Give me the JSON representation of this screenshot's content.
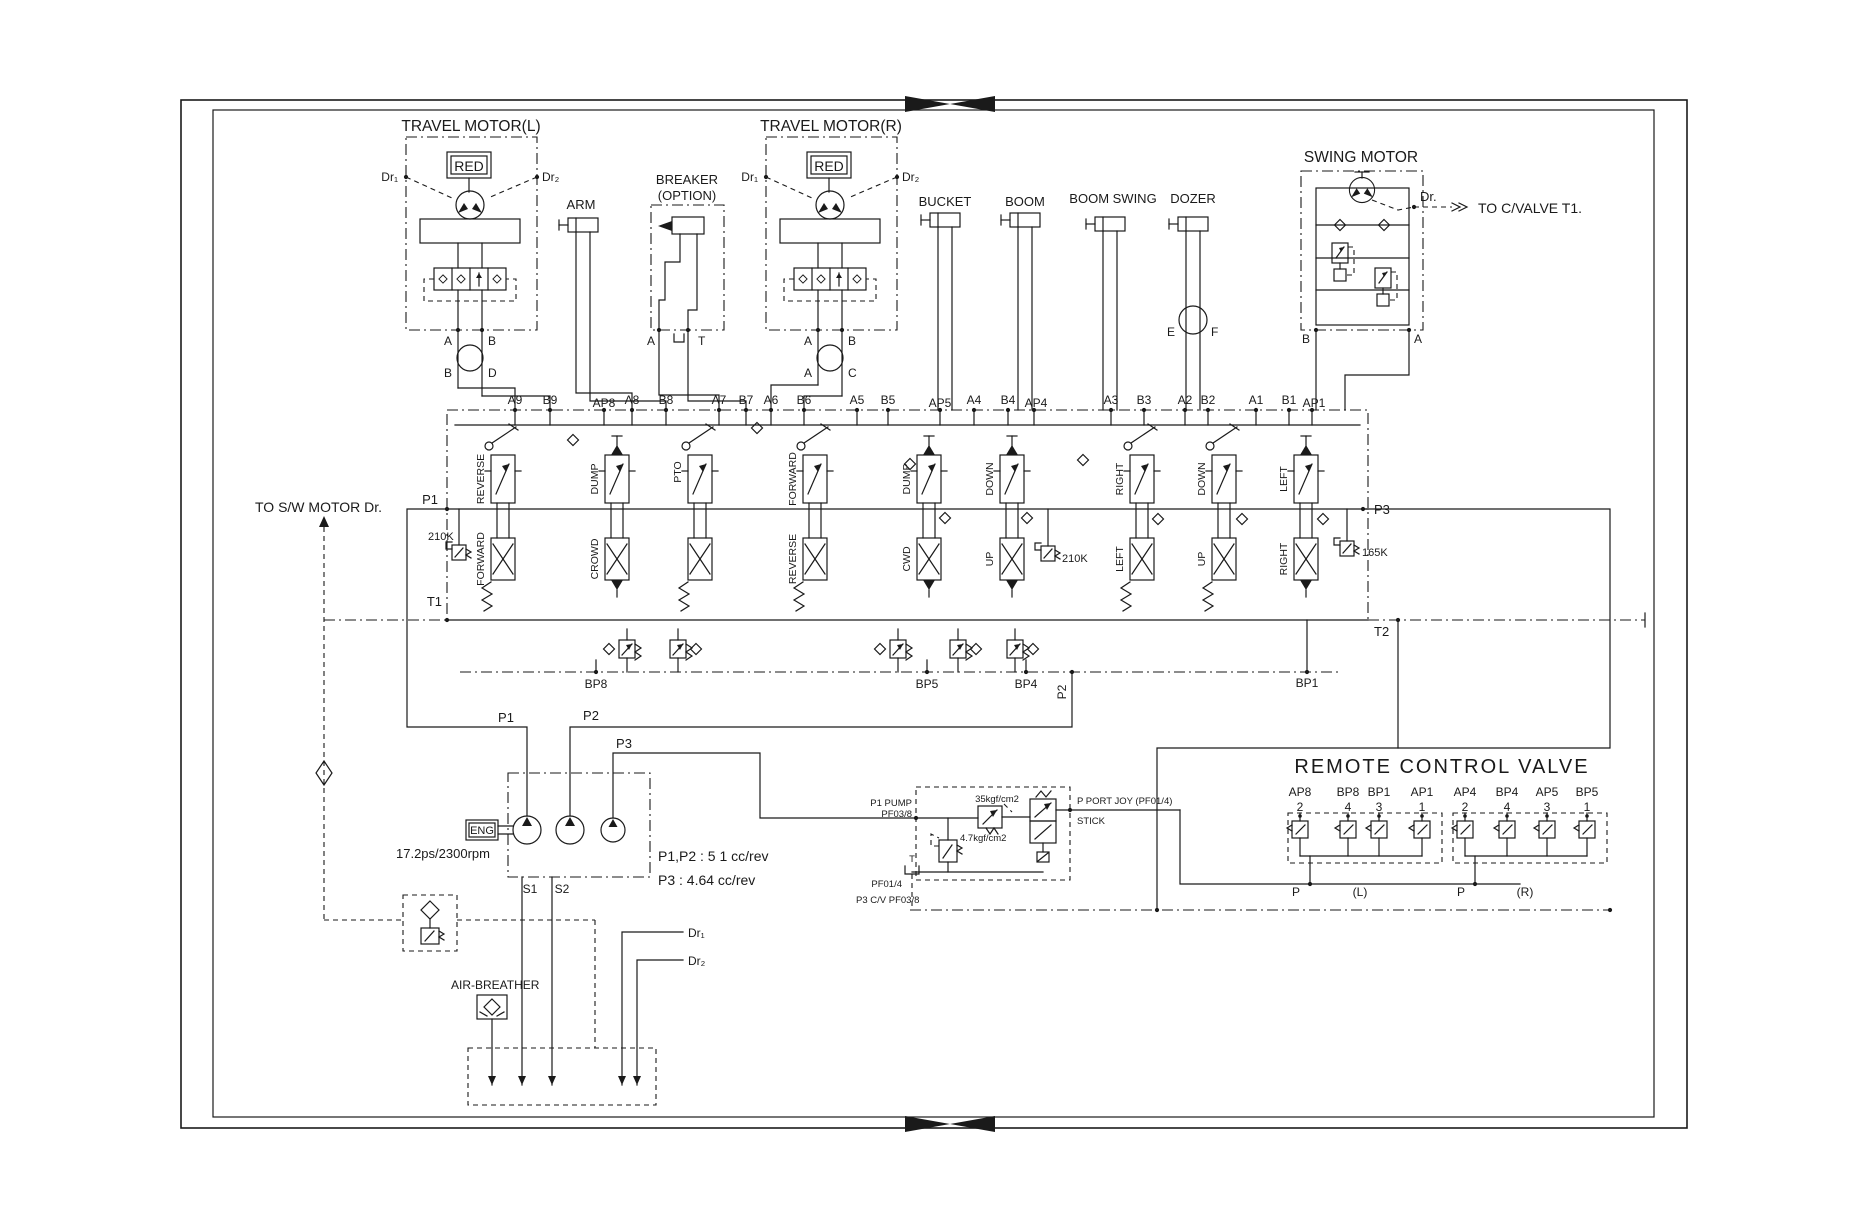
{
  "colors": {
    "ink": "#1a1a1a",
    "bg": "#ffffff"
  },
  "components": {
    "travel_motor_l": {
      "title": "TRAVEL MOTOR(L)",
      "tag": "RED",
      "dr1": "Dr₁",
      "dr2": "Dr₂",
      "port_a": "A",
      "port_b": "B",
      "coupler_l": "B",
      "coupler_r": "D"
    },
    "travel_motor_r": {
      "title": "TRAVEL MOTOR(R)",
      "tag": "RED",
      "dr1": "Dr₁",
      "dr2": "Dr₂",
      "port_a": "A",
      "port_b": "B",
      "coupler_l": "A",
      "coupler_r": "C"
    },
    "breaker": {
      "title1": "BREAKER",
      "title2": "(OPTION)",
      "port_a": "A",
      "port_t": "T"
    },
    "arm": {
      "label": "ARM"
    },
    "bucket": {
      "label": "BUCKET"
    },
    "boom": {
      "label": "BOOM"
    },
    "boom_swing": {
      "label": "BOOM SWING"
    },
    "dozer": {
      "label": "DOZER",
      "coupler_l": "E",
      "coupler_r": "F"
    },
    "swing_motor": {
      "title": "SWING MOTOR",
      "drain": "Dr.",
      "to_cvalve": "TO C/VALVE T1.",
      "port_b": "B",
      "port_a": "A"
    }
  },
  "valve_block": {
    "top_ports": [
      "A9",
      "B9",
      "AP8",
      "A8",
      "B8",
      "A7",
      "B7",
      "A6",
      "B6",
      "A5",
      "B5",
      "AP5",
      "A4",
      "B4",
      "AP4",
      "A3",
      "B3",
      "A2",
      "B2",
      "A1",
      "B1",
      "AP1"
    ],
    "spools": [
      {
        "upper": "REVERSE",
        "lower": "FORWARD"
      },
      {
        "upper": "DUMP",
        "lower": "CROWD"
      },
      {
        "upper": "PTO",
        "lower": ""
      },
      {
        "upper": "FORWARD",
        "lower": "REVERSE"
      },
      {
        "upper": "DUMP",
        "lower": "CWD"
      },
      {
        "upper": "DOWN",
        "lower": "UP"
      },
      {
        "upper": "RIGHT",
        "lower": "LEFT"
      },
      {
        "upper": "DOWN",
        "lower": "UP"
      },
      {
        "upper": "LEFT",
        "lower": "RIGHT"
      }
    ],
    "p1": "P1",
    "t1": "T1",
    "p2": "P2",
    "p3": "P3",
    "t2": "T2",
    "relief_left": "210K",
    "relief_mid": "210K",
    "relief_right": "165K",
    "bp8": "BP8",
    "bp5": "BP5",
    "bp4": "BP4",
    "bp1": "BP1",
    "to_sw_motor": "TO S/W MOTOR Dr."
  },
  "pump": {
    "eng": "ENG",
    "spec": "17.2ps/2300rpm",
    "s1": "S1",
    "s2": "S2",
    "line_p1": "P1",
    "line_p2": "P2",
    "line_p3": "P3",
    "note1": "P1,P2 : 5 1 cc/rev",
    "note2": "P3 : 4.64 cc/rev",
    "dr1": "Dr₁",
    "dr2": "Dr₂"
  },
  "pilot": {
    "inlet1": "P1 PUMP",
    "inlet2": "PF03/8",
    "relief_high": "35kgf/cm2",
    "relief_low": "4.7kgf/cm2",
    "joy_port": "P PORT JOY (PF01/4)",
    "joy_sub": "STICK",
    "t_label": "T",
    "t_size": "PF01/4",
    "cv_line": "P3 C/V PF03/8"
  },
  "rcv": {
    "title": "REMOTE CONTROL VALVE",
    "left": {
      "ports": [
        "AP8",
        "BP8",
        "BP1",
        "AP1"
      ],
      "nums": [
        "2",
        "4",
        "3",
        "1"
      ],
      "p": "P",
      "side": "(L)"
    },
    "right": {
      "ports": [
        "AP4",
        "BP4",
        "AP5",
        "BP5"
      ],
      "nums": [
        "2",
        "4",
        "3",
        "1"
      ],
      "p": "P",
      "side": "(R)"
    }
  },
  "tank": {
    "air_breather": "AIR-BREATHER"
  }
}
